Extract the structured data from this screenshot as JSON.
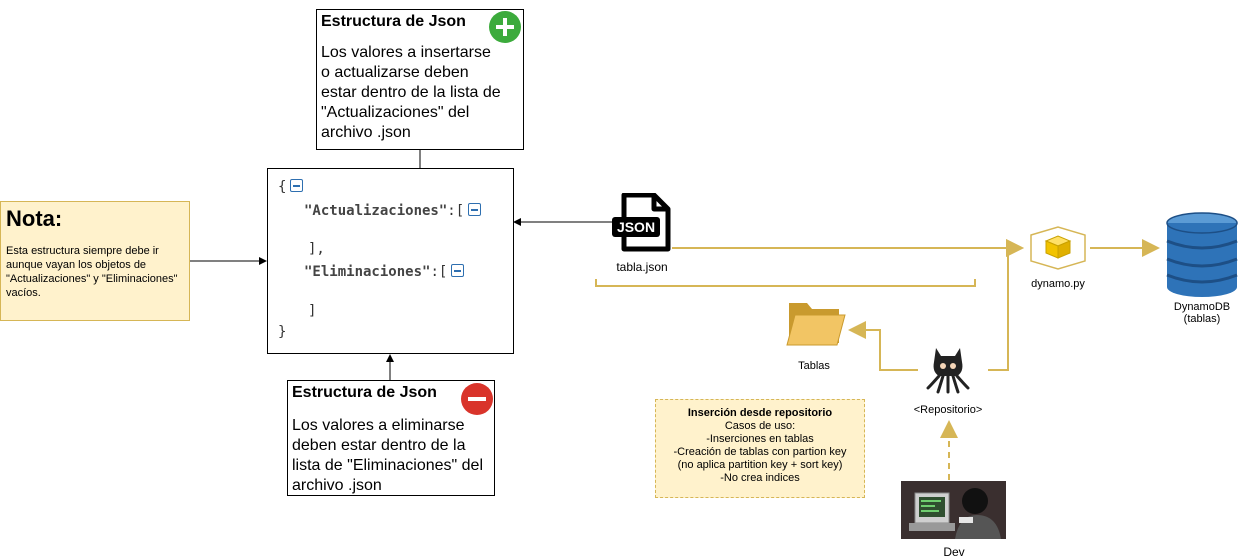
{
  "insert_box": {
    "title": "Estructura de Json",
    "body": "Los valores a insertarse o actualizarse deben estar dentro de la lista de \"Actualizaciones\" del archivo .json"
  },
  "delete_box": {
    "title": "Estructura de Json",
    "body": "Los valores a eliminarse deben estar dentro de la lista de \"Eliminaciones\" del archivo .json"
  },
  "note": {
    "title": "Nota:",
    "body": "Esta estructura siempre debe ir aunque vayan los objetos de \"Actualizaciones\" y \"Eliminaciones\" vacíos."
  },
  "json_block": {
    "open_brace": "{",
    "key_actualizaciones": "\"Actualizaciones\"",
    "key_eliminaciones": "\"Eliminaciones\"",
    "colon_bracket": ":[",
    "close_bracket_comma": "],",
    "close_bracket": "]",
    "close_brace": "}"
  },
  "json_file": {
    "icon_text": "JSON",
    "label": "tabla.json"
  },
  "dynamo_py": {
    "label": "dynamo.py"
  },
  "dynamodb": {
    "label": "DynamoDB\n(tablas)"
  },
  "tablas": {
    "label": "Tablas"
  },
  "repositorio": {
    "label": "<Repositorio>"
  },
  "dev": {
    "label": "Dev"
  },
  "usage_note": {
    "title": "Inserción desde repositorio",
    "lines": [
      "Casos de uso:",
      "-Inserciones en tablas",
      "-Creación de tablas con partion key",
      "(no aplica partition key + sort key)",
      "-No crea indices"
    ]
  },
  "colors": {
    "connector_gold": "#d6b656",
    "note_fill": "#fff2cc",
    "plus_green": "#3cab3c",
    "minus_red": "#d9342b",
    "dynamodb_blue": "#2e73b8"
  }
}
